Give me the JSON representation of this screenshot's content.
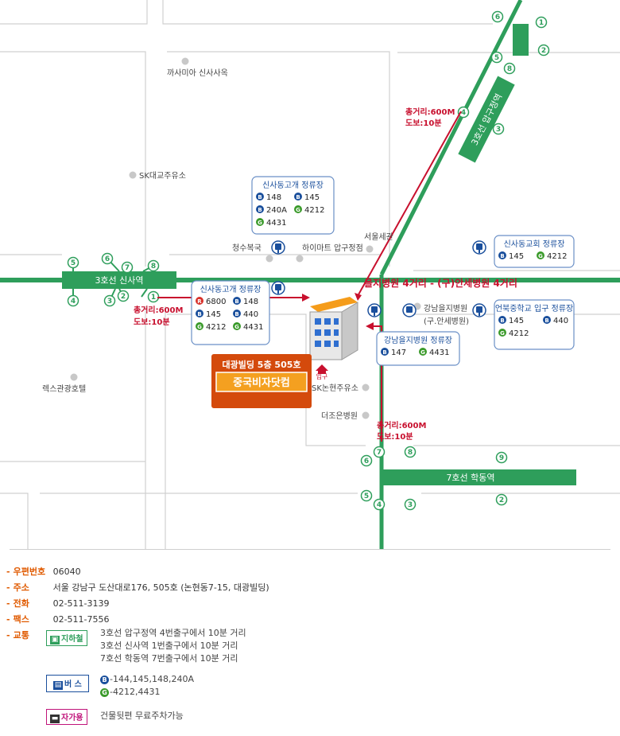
{
  "map": {
    "lines": {
      "line3": "3호선 신사역",
      "line3_apgu": "3호선 압구정역",
      "line7": "7호선 학동역"
    },
    "line3_exits": [
      "5",
      "6",
      "7",
      "8",
      "3",
      "2",
      "1",
      "4"
    ],
    "apgu_exits": [
      "6",
      "1",
      "5",
      "2",
      "8",
      "4",
      "3"
    ],
    "line7_exits": [
      "6",
      "7",
      "8",
      "9",
      "5",
      "4",
      "3",
      "2"
    ],
    "landmarks": {
      "kkasamia": "까사미아 신사사옥",
      "sk_daegyo": "SK대교주유소",
      "cheongsu": "청수복국",
      "himart": "하이마트 압구정점",
      "seoul_se": "서울세관",
      "ramada": "렉스관광호텔",
      "gangnam_hosp": "강남을지병원",
      "gangnam_hosp_sub": "(구.안세병원)",
      "sk_nonhyeon": "SK논현주유소",
      "deojoeun": "더조은병원",
      "entrance": "입구"
    },
    "intersection": "을지병원 4거리 - (구)안세병원 4거리",
    "walk1": [
      "총거리:600M",
      "도보:10분"
    ],
    "walk2": [
      "총거리:600M",
      "도보:10분"
    ],
    "walk3": [
      "총거리:600M",
      "도보:10분"
    ],
    "stops": {
      "sinsa_gogae_top": {
        "title": "신사동고개 정류장",
        "buses": [
          [
            "B",
            "148"
          ],
          [
            "B",
            "145"
          ],
          [
            "B",
            "240A"
          ],
          [
            "G",
            "4212"
          ],
          [
            "G",
            "4431"
          ]
        ]
      },
      "sinsa_gogae_left": {
        "title": "신사동고개 정류장",
        "buses": [
          [
            "R",
            "6800"
          ],
          [
            "B",
            "148"
          ],
          [
            "B",
            "145"
          ],
          [
            "B",
            "440"
          ],
          [
            "G",
            "4212"
          ],
          [
            "G",
            "4431"
          ]
        ]
      },
      "sinsa_church": {
        "title": "신사동교회 정류장",
        "buses": [
          [
            "B",
            "145"
          ],
          [
            "G",
            "4212"
          ]
        ]
      },
      "eonbuk": {
        "title": "언북중학교 입구 정류장",
        "buses": [
          [
            "B",
            "145"
          ],
          [
            "B",
            "440"
          ],
          [
            "G",
            "4212"
          ]
        ]
      },
      "gangnam_eulji": {
        "title": "강남을지병원 정류장",
        "buses": [
          [
            "B",
            "147"
          ],
          [
            "G",
            "4431"
          ]
        ]
      }
    },
    "building": {
      "line1": "대광빌딩 5층 505호",
      "line2": "중국비자닷컴"
    }
  },
  "info": {
    "postal_label": "우편번호",
    "postal": "06040",
    "address_label": "주소",
    "address": "서울 강남구 도산대로176, 505호 (논현동7-15, 대광빌딩)",
    "phone_label": "전화",
    "phone": "02-511-3139",
    "fax_label": "팩스",
    "fax": "02-511-7556",
    "transport_label": "교통",
    "subway_badge": "지하철",
    "subway_lines": [
      "3호선 압구정역 4번출구에서 10분 거리",
      "3호선 신사역 1번출구에서 10분 거리",
      "7호선 학동역 7번출구에서 10분 거리"
    ],
    "bus_badge": "버 스",
    "bus_lines": [
      "-144,145,148,240A",
      "-4212,4431"
    ],
    "car_badge": "자가용",
    "car_text": "건물뒷편 무료주차가능"
  },
  "colors": {
    "subway_green": "#2e9e5b",
    "route_red": "#c8102e",
    "blue_bus": "#1a4f9c",
    "green_bus": "#3a9a2a",
    "red_bus": "#d8322b",
    "label_orange": "#e05a00"
  }
}
